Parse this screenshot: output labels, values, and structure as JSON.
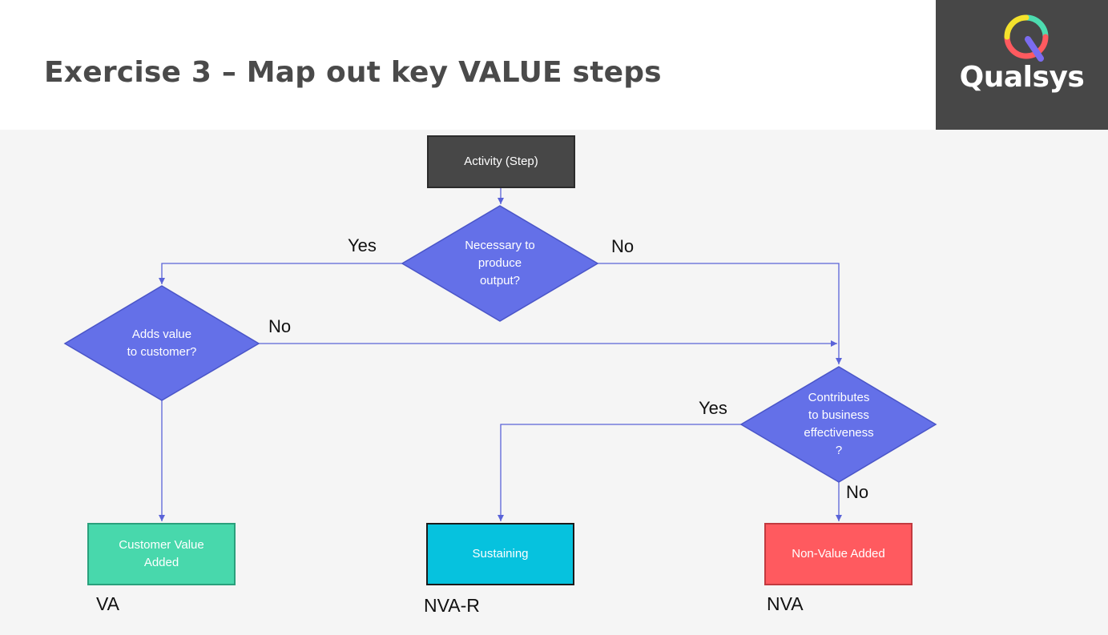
{
  "header": {
    "title": "Exercise 3 – Map out key VALUE steps",
    "logo_text": "Qualsys"
  },
  "colors": {
    "diamond": "#6470e8",
    "activity": "#474747",
    "customer_value": "#48d8ac",
    "sustaining": "#06c2de",
    "non_value": "#ff5a5f",
    "connector": "#5a63d8"
  },
  "diagram": {
    "nodes": {
      "activity": "Activity (Step)",
      "necessary": "Necessary to\nproduce\noutput?",
      "adds_value": "Adds value\nto customer?",
      "contributes": "Contributes\nto business\neffectiveness\n?",
      "customer_value": "Customer Value\nAdded",
      "sustaining": "Sustaining",
      "non_value": "Non-Value Added"
    },
    "edge_labels": {
      "necessary_yes": "Yes",
      "necessary_no": "No",
      "adds_value_no": "No",
      "contributes_yes": "Yes",
      "contributes_no": "No"
    },
    "classifications": {
      "va": "VA",
      "nva_r": "NVA-R",
      "nva": "NVA"
    }
  }
}
